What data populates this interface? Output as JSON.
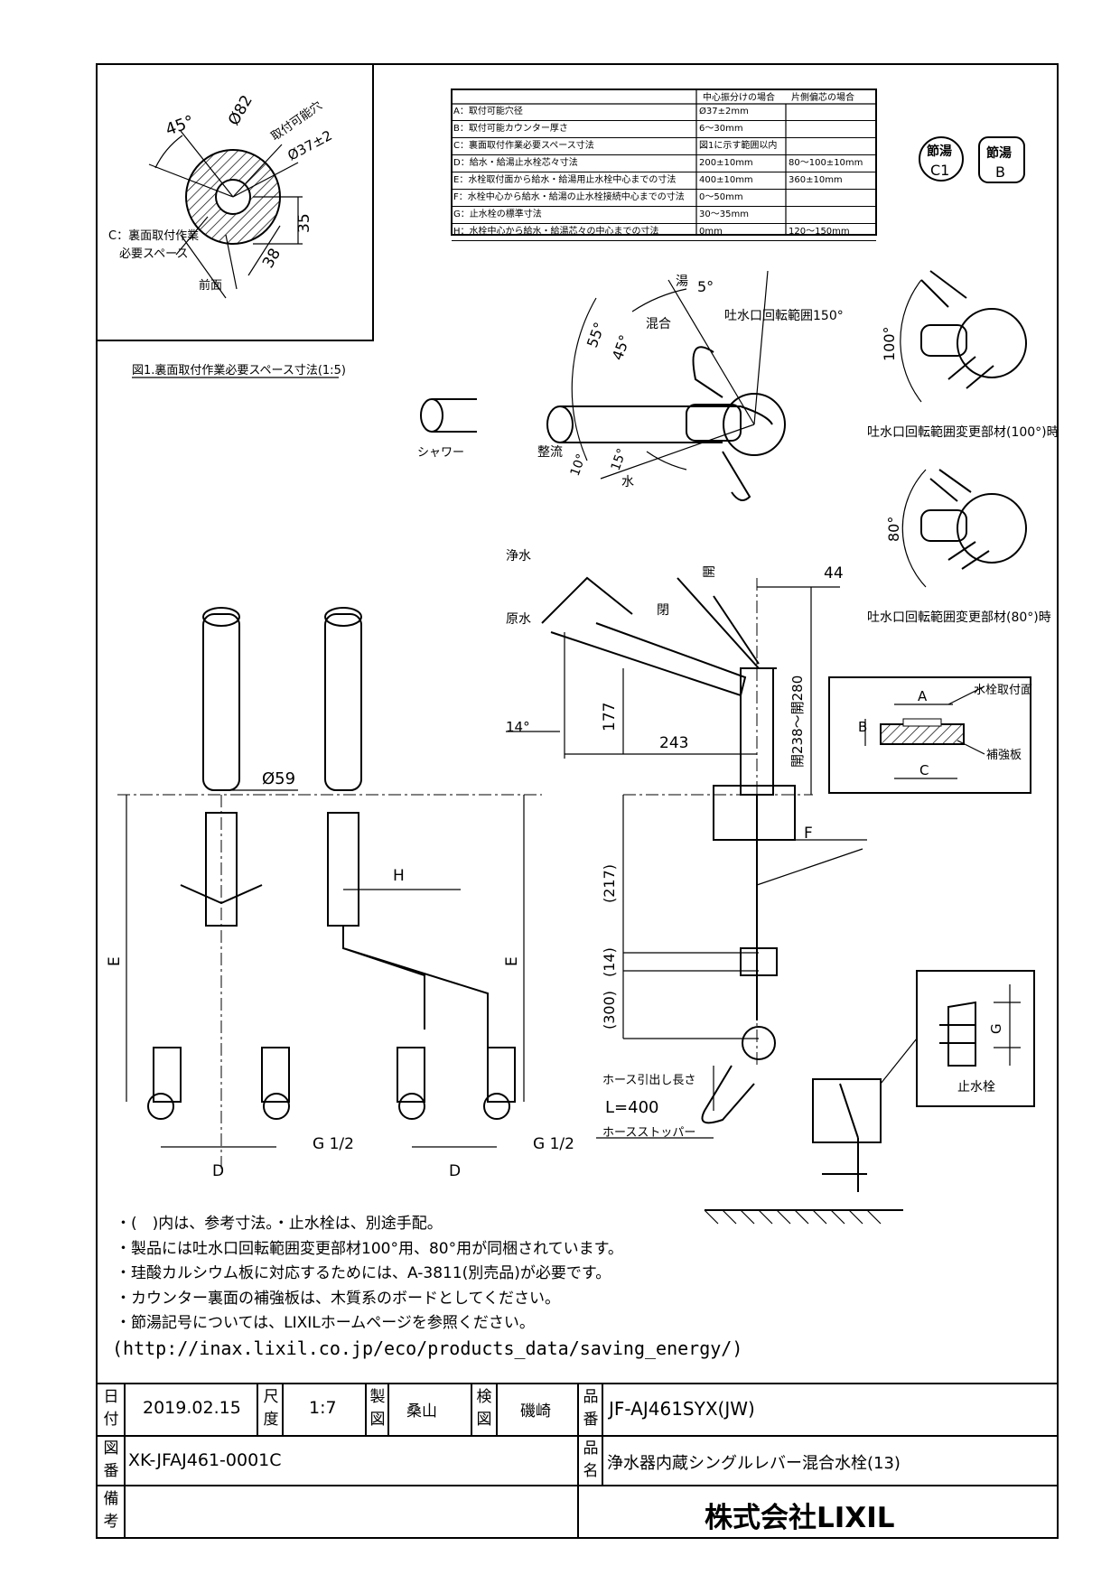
{
  "spec_table": {
    "headers": [
      "中心振分けの場合",
      "片側偏芯の場合"
    ],
    "rows": [
      {
        "label": "A：取付可能穴径",
        "center": "Ø37±2mm",
        "offset": ""
      },
      {
        "label": "B：取付可能カウンター厚さ",
        "center": "6～30mm",
        "offset": ""
      },
      {
        "label": "C：裏面取付作業必要スペース寸法",
        "center": "図1に示す範囲以内",
        "offset": ""
      },
      {
        "label": "D：給水・給湯止水栓芯々寸法",
        "center": "200±10mm",
        "offset": "80～100±10mm"
      },
      {
        "label": "E：水栓取付面から給水・給湯用止水栓中心までの寸法",
        "center": "400±10mm",
        "offset": "360±10mm"
      },
      {
        "label": "F：水栓中心から給水・給湯の止水栓接続中心までの寸法",
        "center": "0～50mm",
        "offset": ""
      },
      {
        "label": "G：止水栓の標準寸法",
        "center": "30～35mm",
        "offset": ""
      },
      {
        "label": "H：水栓中心から給水・給湯芯々の中心までの寸法",
        "center": "0mm",
        "offset": "120～150mm"
      }
    ]
  },
  "badges": {
    "c1_top": "節湯",
    "c1_bottom": "C1",
    "b_top": "節湯",
    "b_bottom": "B"
  },
  "fig1": {
    "caption": "図1.裏面取付作業必要スペース寸法(1:5)",
    "angle": "45°",
    "d82": "Ø82",
    "hole_label": "取付可能穴",
    "d37": "Ø37±2",
    "dim35": "35",
    "dim38": "38",
    "c_label1": "C：裏面取付作業",
    "c_label2": "必要スペース",
    "front": "前面"
  },
  "spout": {
    "hot": "湯",
    "hot_angle": "5°",
    "mix": "混合",
    "mix_angle": "45°",
    "angle55": "55°",
    "cold": "水",
    "angle10": "10°",
    "angle15": "15°",
    "rotation": "吐水口回転範囲150°",
    "shower": "シャワー",
    "straight": "整流"
  },
  "rotation_parts": {
    "deg100": "100°",
    "label100": "吐水口回転範囲変更部材(100°)時",
    "deg80": "80°",
    "label80": "吐水口回転範囲変更部材(80°)時"
  },
  "side_view": {
    "pure": "浄水",
    "raw": "原水",
    "open": "開",
    "close": "閉",
    "d44": "44",
    "d177": "177",
    "d243": "243",
    "deg14": "14°",
    "range": "開238～開280",
    "d217": "(217)",
    "d14": "(14)",
    "d300": "(300)",
    "F": "F",
    "hose_len": "ホース引出し長さ",
    "hose_val": "L=400",
    "stopper": "ホースストッパー"
  },
  "counter_detail": {
    "A": "A",
    "B": "B",
    "C": "C",
    "mount": "水栓取付面",
    "plate": "補強板"
  },
  "valve_detail": {
    "G": "G",
    "label": "止水栓"
  },
  "front_views": {
    "d59": "Ø59",
    "H": "H",
    "E": "E",
    "D": "D",
    "g12": "G 1/2"
  },
  "notes": [
    "・(　)内は、参考寸法。・止水栓は、別途手配。",
    "・製品には吐水口回転範囲変更部材100°用、80°用が同梱されています。",
    "・珪酸カルシウム板に対応するためには、A-3811(別売品)が必要です。",
    "・カウンター裏面の補強板は、木質系のボードとしてください。",
    "・節湯記号については、LIXILホームページを参照ください。",
    "(http://inax.lixil.co.jp/eco/products_data/saving_energy/)"
  ],
  "title_block": {
    "date_label": "日付",
    "date": "2019.02.15",
    "scale_label": "尺度",
    "scale": "1:7",
    "drawn_label": "製図",
    "drawn": "桑山",
    "check_label": "検図",
    "check": "磯崎",
    "part_label": "品番",
    "part": "JF-AJ461SYX(JW)",
    "dwg_label": "図番",
    "dwg": "XK-JFAJ461-0001C",
    "name_label": "品名",
    "name": "浄水器内蔵シングルレバー混合水栓(13)",
    "notes_label": "備考",
    "company": "株式会社LIXIL"
  }
}
